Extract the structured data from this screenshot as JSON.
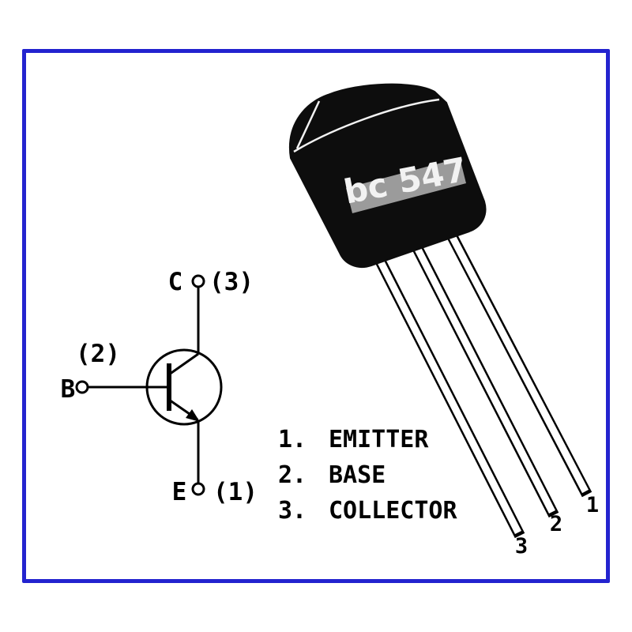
{
  "colors": {
    "frame-blue": "#2323cf",
    "ink": "#000000",
    "body-black": "#0d0d0d",
    "leg-white": "#ffffff",
    "patch-gray": "#9b9b9b",
    "part-text": "#f2f2f2",
    "background": "#ffffff"
  },
  "schematic": {
    "collector_label": "C",
    "collector_pin": "(3)",
    "base_label": "B",
    "base_pin": "(2)",
    "emitter_label": "E",
    "emitter_pin": "(1)"
  },
  "legend": {
    "items": [
      {
        "num": "1.",
        "name": "EMITTER"
      },
      {
        "num": "2.",
        "name": "BASE"
      },
      {
        "num": "3.",
        "name": "COLLECTOR"
      }
    ]
  },
  "package": {
    "part_label": "bc 547",
    "legs": [
      "1",
      "2",
      "3"
    ]
  }
}
